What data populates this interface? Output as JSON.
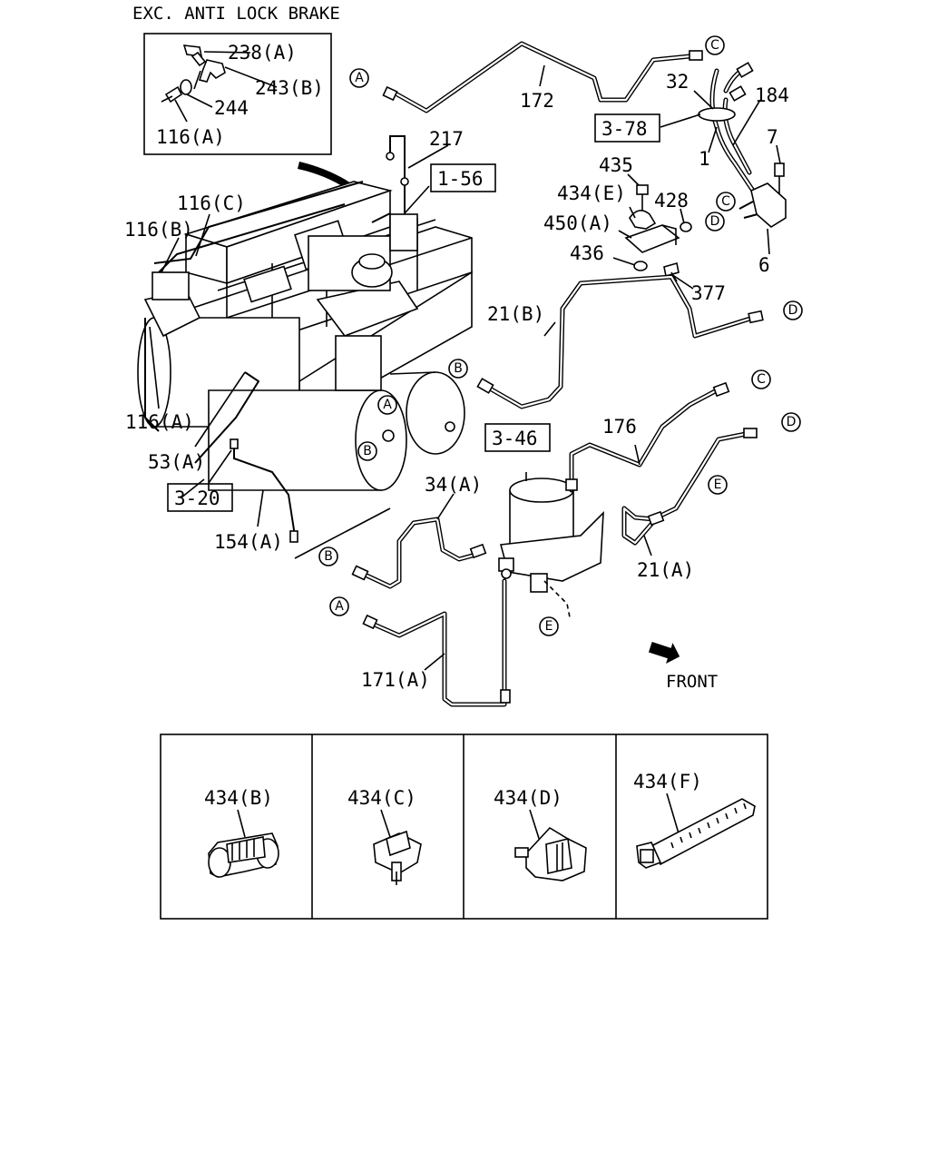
{
  "title": "EXC. ANTI LOCK BRAKE",
  "front_label": "FRONT",
  "inset_labels": {
    "l238a": "238(A)",
    "l243b": "243(B)",
    "l244": "244",
    "l116a": "116(A)"
  },
  "part_labels": {
    "l217": "217",
    "l116c": "116(C)",
    "l116b": "116(B)",
    "l116a": "116(A)",
    "l53a": "53(A)",
    "l154a": "154(A)",
    "l172": "172",
    "l32": "32",
    "l184": "184",
    "l7": "7",
    "l1": "1",
    "l435": "435",
    "l434e": "434(E)",
    "l428": "428",
    "l450a": "450(A)",
    "l436": "436",
    "l6": "6",
    "l377": "377",
    "l21b": "21(B)",
    "l176": "176",
    "l34a": "34(A)",
    "l21a": "21(A)",
    "l171a": "171(A)"
  },
  "ref_boxes": {
    "r156": "1-56",
    "r378": "3-78",
    "r346": "3-46",
    "r320": "3-20"
  },
  "connector_letters": {
    "a": "A",
    "b": "B",
    "c": "C",
    "d": "D",
    "e": "E"
  },
  "clips": {
    "b": "434(B)",
    "c": "434(C)",
    "d": "434(D)",
    "f": "434(F)"
  }
}
